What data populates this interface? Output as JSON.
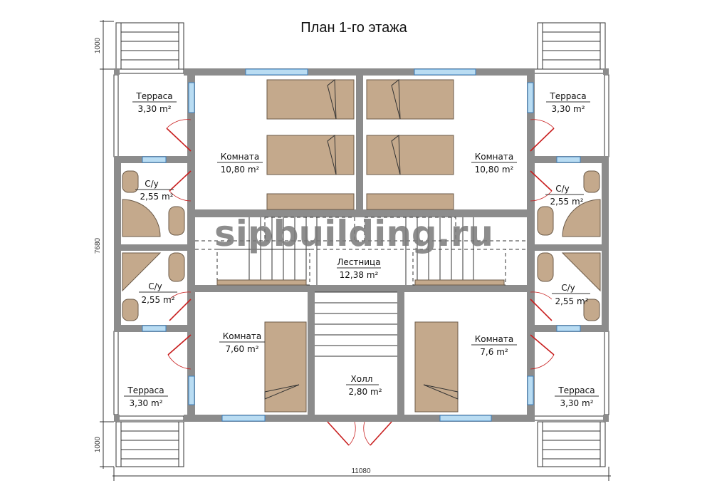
{
  "title": "План 1-го этажа",
  "watermark": "sipbuilding.ru",
  "rooms": {
    "terrace_tl": {
      "name": "Терраса",
      "area": "3,30 m²"
    },
    "terrace_tr": {
      "name": "Терраса",
      "area": "3,30 m²"
    },
    "terrace_bl": {
      "name": "Терраса",
      "area": "3,30 m²"
    },
    "terrace_br": {
      "name": "Терраса",
      "area": "3,30 m²"
    },
    "room_tl": {
      "name": "Комната",
      "area": "10,80 m²"
    },
    "room_tr": {
      "name": "Комната",
      "area": "10,80 m²"
    },
    "room_bl": {
      "name": "Комната",
      "area": "7,60 m²"
    },
    "room_br": {
      "name": "Комната",
      "area": "7,6 m²"
    },
    "bath_tl": {
      "name": "С/у",
      "area": "2,55 m²"
    },
    "bath_tr": {
      "name": "С/у",
      "area": "2,55 m²"
    },
    "bath_bl": {
      "name": "С/у",
      "area": "2,55 m²"
    },
    "bath_br": {
      "name": "С/у",
      "area": "2,55 m²"
    },
    "stairs": {
      "name": "Лестница",
      "area": "12,38 m²"
    },
    "hall": {
      "name": "Холл",
      "area": "2,80 m²"
    }
  },
  "dimensions": {
    "top": "1000",
    "middle": "7680",
    "bottom": "1000",
    "width": "11080"
  },
  "colors": {
    "wall": "#8c8c8c",
    "furniture": "#c4a98c",
    "window": "#b9dcf2",
    "door": "#c81e1e"
  }
}
